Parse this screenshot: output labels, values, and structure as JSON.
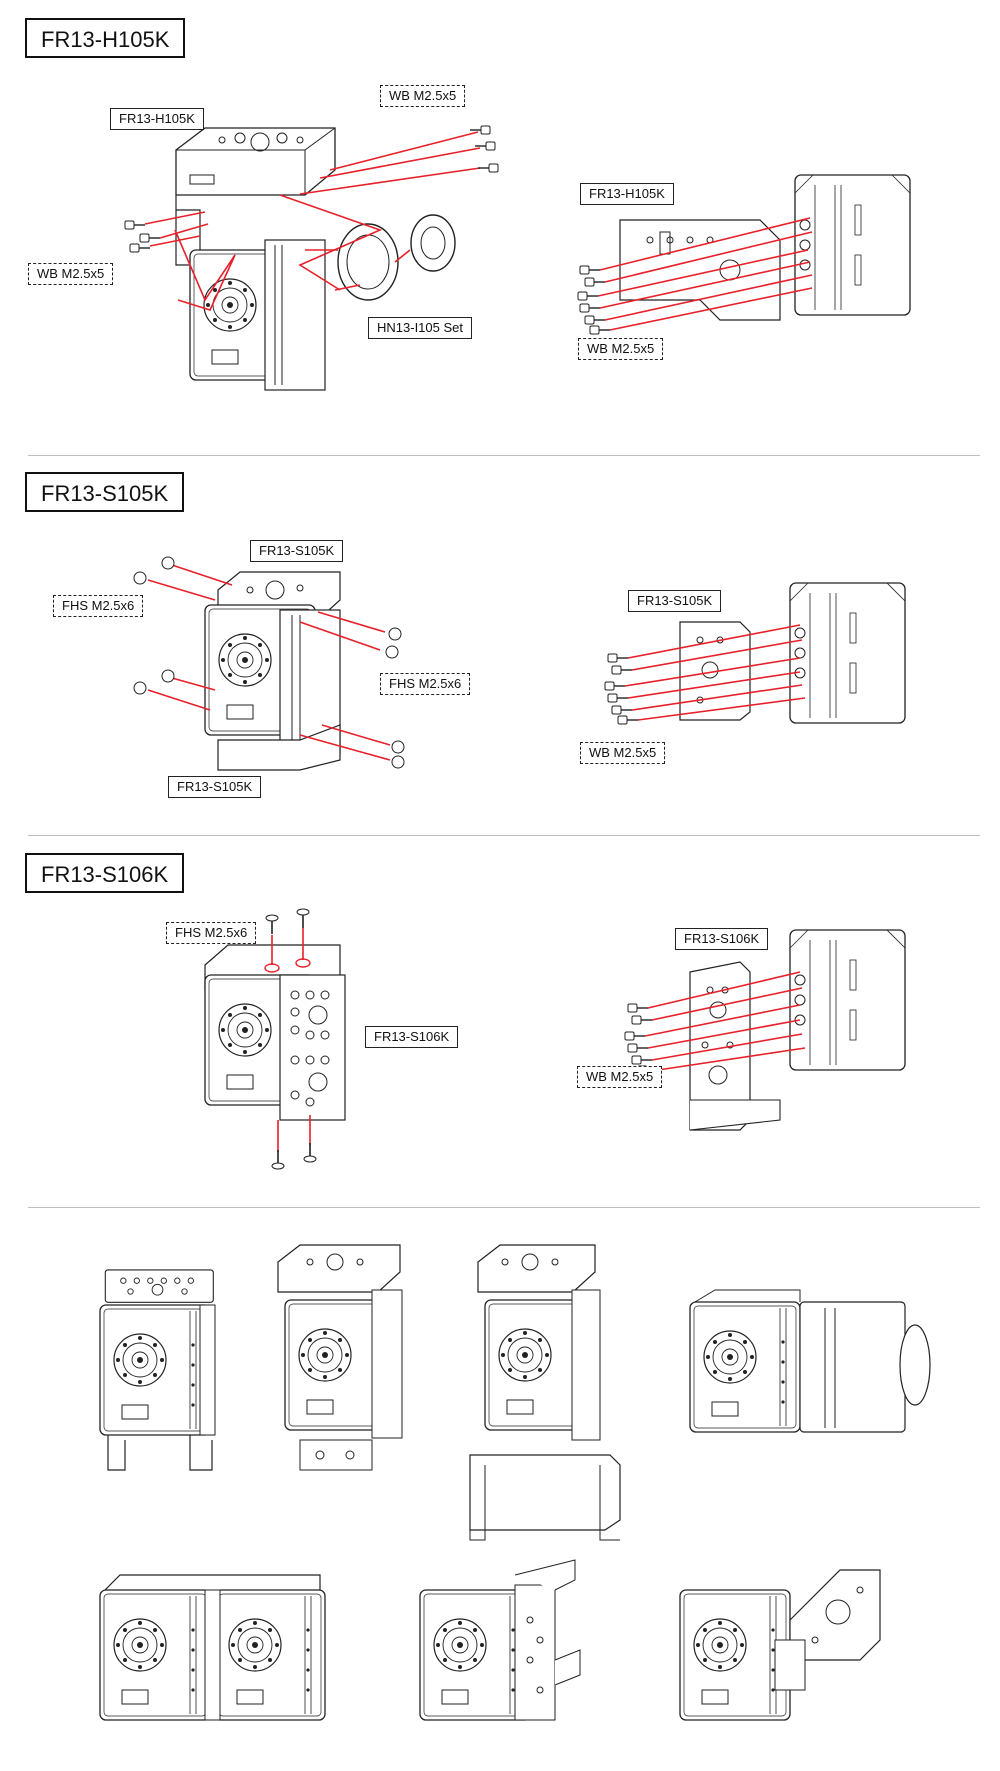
{
  "sections": [
    {
      "title": "FR13-H105K",
      "left": {
        "part_label": "FR13-H105K",
        "screw_top_label": "WB M2.5x5",
        "screw_left_label": "WB M2.5x5",
        "set_label": "HN13-I105 Set"
      },
      "right": {
        "part_label": "FR13-H105K",
        "screw_label": "WB M2.5x5"
      }
    },
    {
      "title": "FR13-S105K",
      "left": {
        "part_top_label": "FR13-S105K",
        "screw_left_label": "FHS M2.5x6",
        "screw_right_label": "FHS M2.5x6",
        "part_bottom_label": "FR13-S105K"
      },
      "right": {
        "part_label": "FR13-S105K",
        "screw_label": "WB M2.5x5"
      }
    },
    {
      "title": "FR13-S106K",
      "left": {
        "screw_label": "FHS M2.5x6",
        "part_label": "FR13-S106K"
      },
      "right": {
        "part_label": "FR13-S106K",
        "screw_label": "WB M2.5x5"
      }
    }
  ],
  "colors": {
    "line": "#222222",
    "accent": "#e8202a",
    "divider": "#bdbdbd"
  }
}
